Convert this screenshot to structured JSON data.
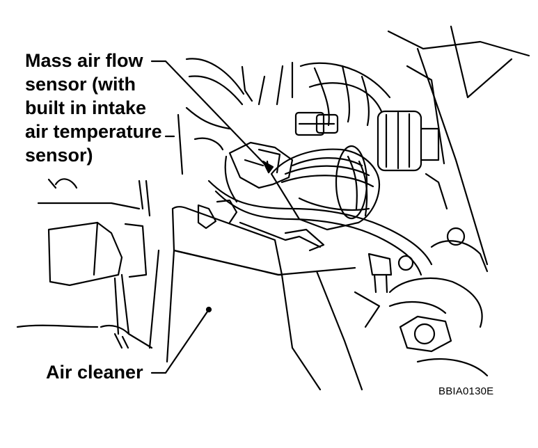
{
  "callouts": {
    "mass_air_flow": {
      "lines": [
        "Mass air flow",
        "sensor (with",
        "built in intake",
        "air temperature",
        "sensor)"
      ]
    },
    "air_cleaner": {
      "label": "Air cleaner"
    }
  },
  "figure_code": "BBIA0130E",
  "colors": {
    "ink": "#000000",
    "paper": "#ffffff"
  }
}
